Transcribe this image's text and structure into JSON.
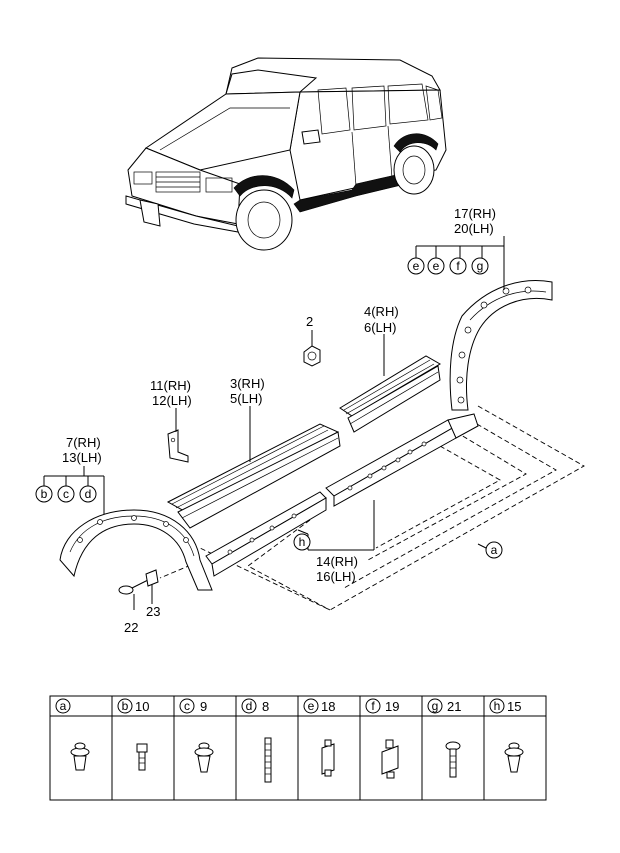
{
  "callouts": {
    "c2": "2",
    "c4_rh": "4(RH)",
    "c6_lh": "6(LH)",
    "c11_rh": "11(RH)",
    "c12_lh": "12(LH)",
    "c3_rh": "3(RH)",
    "c5_lh": "5(LH)",
    "c7_rh": "7(RH)",
    "c13_lh": "13(LH)",
    "c17_rh": "17(RH)",
    "c20_lh": "20(LH)",
    "c14_rh": "14(RH)",
    "c16_lh": "16(LH)",
    "c22": "22",
    "c23": "23"
  },
  "circle_letters": {
    "b": "b",
    "c": "c",
    "d": "d",
    "e": "e",
    "f": "f",
    "g": "g",
    "h": "h",
    "a": "a"
  },
  "fastener_table": {
    "columns": [
      {
        "letter": "a",
        "number": ""
      },
      {
        "letter": "b",
        "number": "10"
      },
      {
        "letter": "c",
        "number": "9"
      },
      {
        "letter": "d",
        "number": "8"
      },
      {
        "letter": "e",
        "number": "18"
      },
      {
        "letter": "f",
        "number": "19"
      },
      {
        "letter": "g",
        "number": "21"
      },
      {
        "letter": "h",
        "number": "15"
      }
    ]
  }
}
